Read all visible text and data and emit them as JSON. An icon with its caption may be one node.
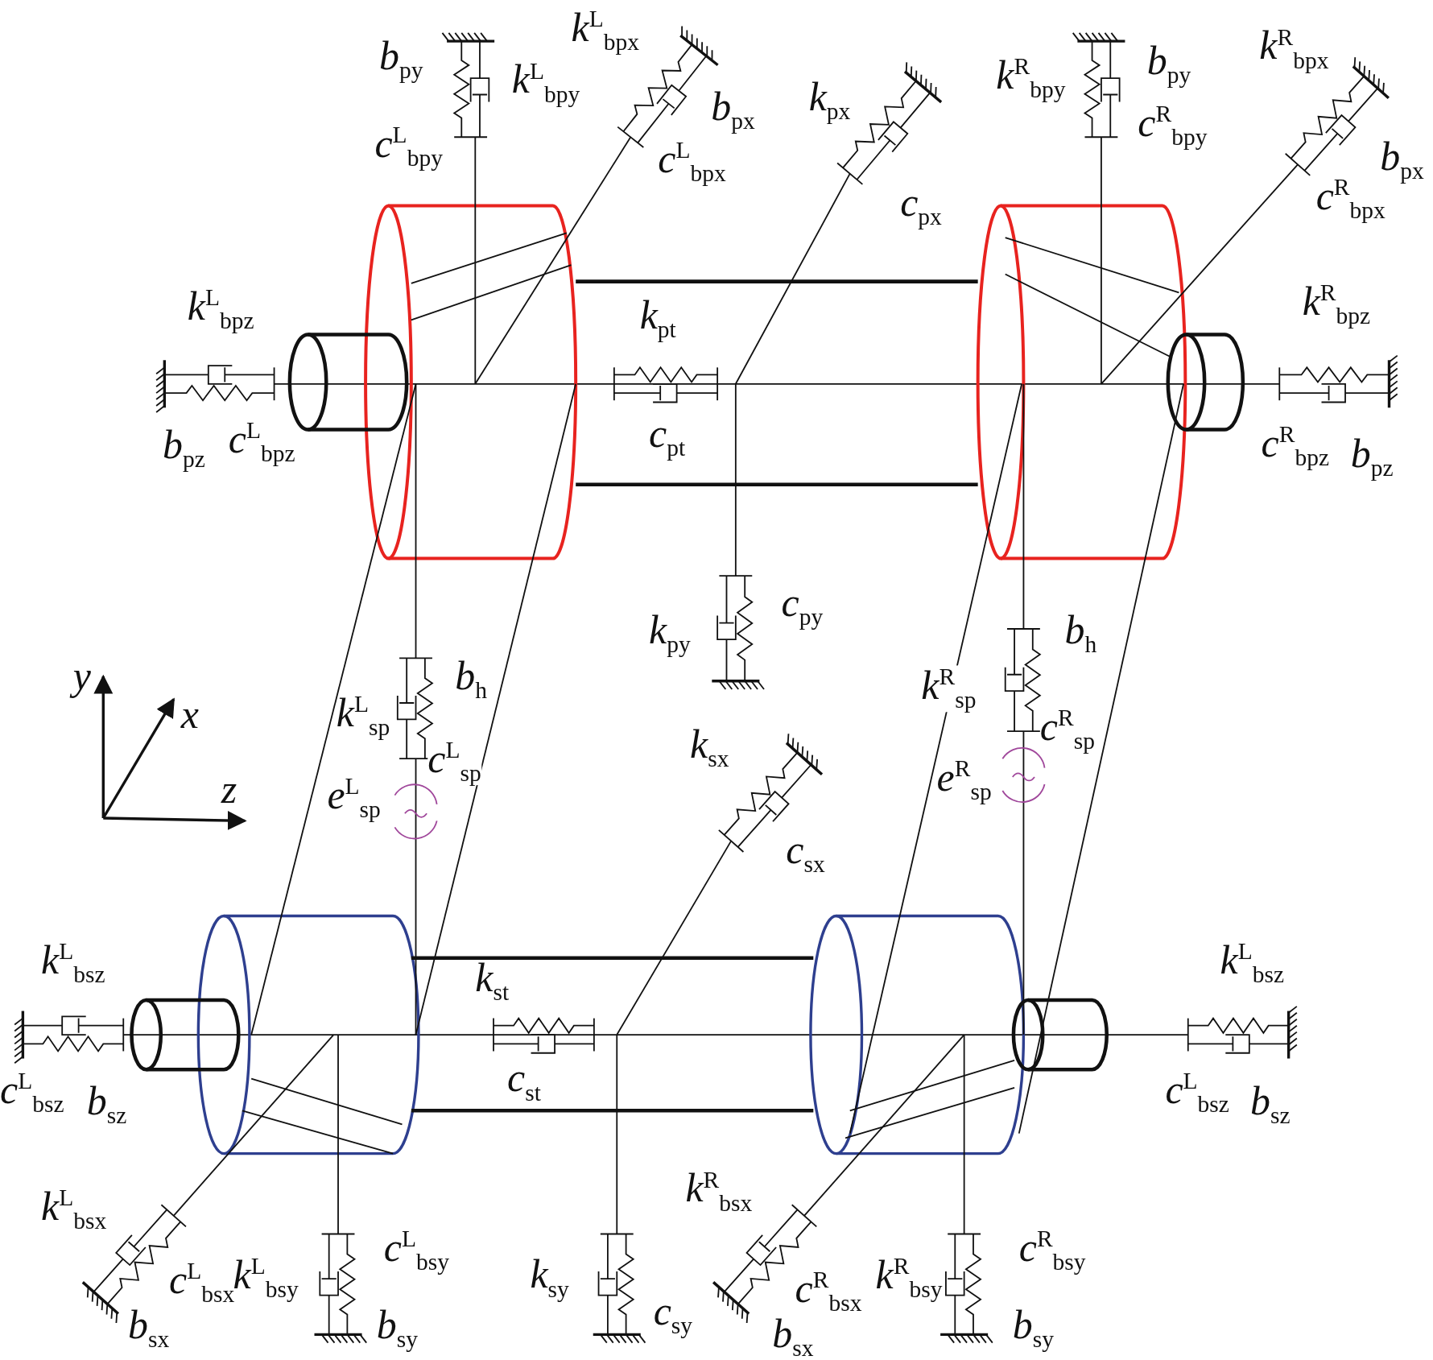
{
  "diagram": {
    "labels": [
      "*k*$^{L}$$_{bpx}$",
      "*b*$_{py}$",
      "*k*$^{R}$$_{bpx}$",
      "*k*$^{L}$$_{bpy}$",
      "*k*$^{R}$$_{bpy}$",
      "*b*$_{py}$",
      "*k*$_{px}$",
      "*b*$_{px}$",
      "*c*$^{R}$$_{bpy}$",
      "*c*$^{L}$$_{bpy}$",
      "*b*$_{px}$",
      "*c*$^{L}$$_{bpx}$",
      "*c*$^{R}$$_{bpx}$",
      "*c*$_{px}$",
      "*k*$^{R}$$_{bpz}$",
      "*k*$^{L}$$_{bpz}$",
      "*k*$_{pt}$",
      "*c*$^{L}$$_{bpz}$",
      "*c*$_{pt}$",
      "*b*$_{pz}$",
      "*c*$^{R}$$_{bpz}$",
      "*b*$_{pz}$",
      "*c*$_{py}$",
      "*b*$_{h}$",
      "*k*$_{py}$",
      "*y*",
      "*b*$_{h}$",
      "*k*$^{R}$$_{sp}$",
      "*x*",
      "*k*$^{L}$$_{sp}$",
      "*c*$^{R}$$_{sp}$",
      "*k*$_{sx}$",
      "*c*$^{L}$$_{sp}$",
      "*e*$^{R}$$_{sp}$",
      "*z*",
      "*e*$^{L}$$_{sp}$",
      "*c*$_{sx}$",
      "*k*$^{L}$$_{bsz}$",
      "*k*$^{L}$$_{bsz}$",
      "*k*$_{st}$",
      "*c*$_{st}$",
      "*c*$^{L}$$_{bsz}$",
      "*b*$_{sz}$",
      "*c*$^{L}$$_{bsz}$",
      "*b*$_{sz}$",
      "*k*$^{R}$$_{bsx}$",
      "*k*$^{L}$$_{bsx}$",
      "*c*$^{L}$$_{bsy}$",
      "*c*$^{R}$$_{bsy}$",
      "*k*$^{L}$$_{bsy}$",
      "*k*$_{sy}$",
      "*c*$^{L}$$_{bsx}$",
      "*c*$^{R}$$_{bsx}$",
      "*k*$^{R}$$_{bsy}$",
      "*c*$_{sy}$",
      "*b*$_{sx}$",
      "*b*$_{sy}$",
      "*b*$_{sx}$",
      "*b*$_{sy}$"
    ]
  }
}
